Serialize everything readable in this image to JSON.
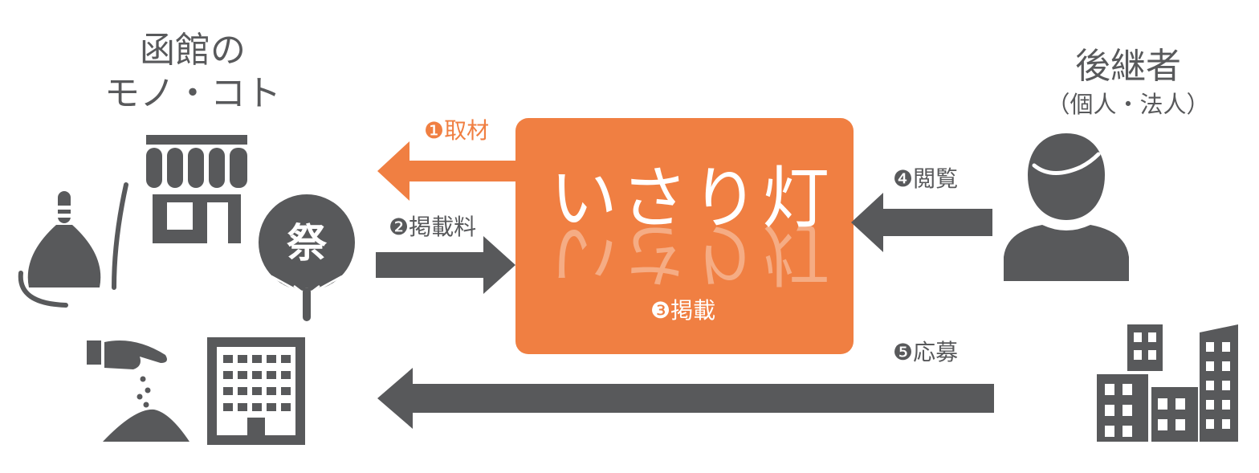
{
  "left_group": {
    "title_line1": "函館の",
    "title_line2": "モノ・コト",
    "fan_label": "祭"
  },
  "right_group": {
    "title": "後継者",
    "subtitle": "（個人・法人）"
  },
  "platform": {
    "logo_text": "いさり灯",
    "step3_label": "❸掲載"
  },
  "flows": {
    "step1_label": "❶取材",
    "step2_label": "❷掲載料",
    "step4_label": "❹閲覧",
    "step5_label": "❺応募"
  },
  "colors": {
    "accent": "#f07f42",
    "icon": "#58595b",
    "text": "#58595b",
    "background": "#ffffff"
  },
  "icons": [
    "shop-icon",
    "bell-icon",
    "festival-fan-icon",
    "hand-sowing-icon",
    "office-building-icon",
    "person-icon",
    "city-buildings-icon"
  ]
}
